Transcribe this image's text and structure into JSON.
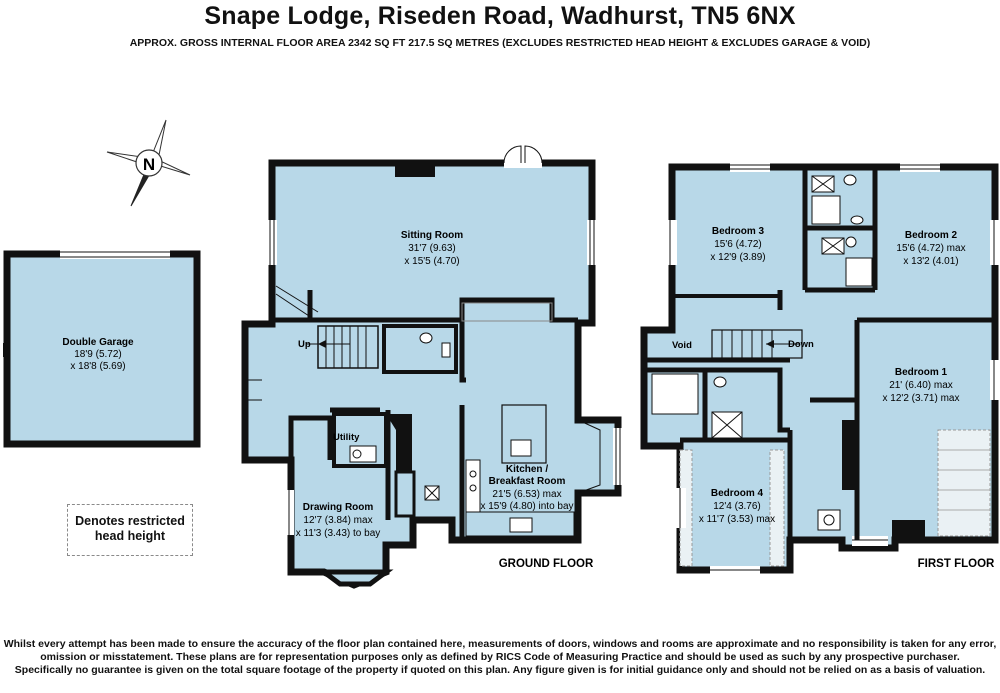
{
  "title": "Snape Lodge, Riseden Road, Wadhurst, TN5 6NX",
  "subtitle": "APPROX. GROSS INTERNAL FLOOR AREA 2342 SQ FT 217.5 SQ METRES (EXCLUDES RESTRICTED HEAD HEIGHT & EXCLUDES GARAGE & VOID)",
  "compass_letter": "N",
  "colors": {
    "room_fill": "#b8d8e8",
    "wall": "#111111",
    "hatch": "#e6eef2"
  },
  "garage": {
    "name": "Double Garage",
    "dims": [
      "18'9 (5.72)",
      "x 18'8 (5.69)"
    ]
  },
  "ground_floor": {
    "label": "GROUND FLOOR",
    "sitting_room": {
      "name": "Sitting Room",
      "dims": [
        "31'7 (9.63)",
        "x 15'5 (4.70)"
      ]
    },
    "utility": {
      "name": "Utility"
    },
    "drawing_room": {
      "name": "Drawing Room",
      "dims": [
        "12'7 (3.84) max",
        "x 11'3 (3.43) to bay"
      ]
    },
    "kitchen": {
      "name": [
        "Kitchen /",
        "Breakfast Room"
      ],
      "dims": [
        "21'5 (6.53) max",
        "x 15'9 (4.80) into bay"
      ]
    },
    "stairs_label": "Up"
  },
  "first_floor": {
    "label": "FIRST FLOOR",
    "bedroom3": {
      "name": "Bedroom 3",
      "dims": [
        "15'6 (4.72)",
        "x 12'9 (3.89)"
      ]
    },
    "bedroom2": {
      "name": "Bedroom 2",
      "dims": [
        "15'6 (4.72) max",
        "x 13'2 (4.01)"
      ]
    },
    "bedroom1": {
      "name": "Bedroom 1",
      "dims": [
        "21' (6.40) max",
        "x 12'2 (3.71) max"
      ]
    },
    "bedroom4": {
      "name": "Bedroom 4",
      "dims": [
        "12'4 (3.76)",
        "x 11'7 (3.53) max"
      ]
    },
    "void_label": "Void",
    "stairs_label": "Down"
  },
  "legend": [
    "Denotes restricted",
    "head height"
  ],
  "disclaimer": [
    "Whilst every attempt has been made to ensure the accuracy of the floor plan contained here, measurements of doors, windows and rooms are approximate and no responsibility is taken for any error,",
    "omission or misstatement. These plans are for representation purposes only as defined by RICS Code of Measuring Practice and should be used as such by any prospective purchaser.",
    "Specifically no guarantee is given on the total square footage of the property if quoted on this plan. Any figure given is for initial guidance only and should not be relied on as a basis of valuation."
  ]
}
